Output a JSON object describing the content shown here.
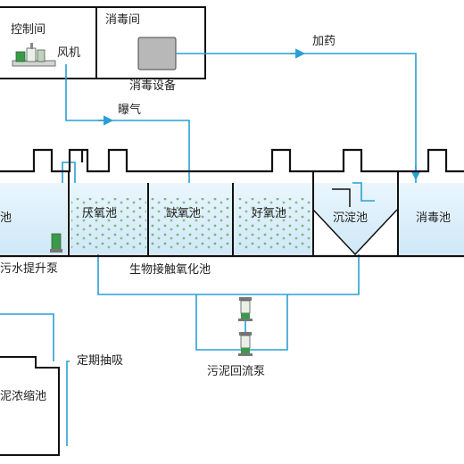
{
  "rooms": {
    "control_room": "控制间",
    "fan": "风机",
    "disinfection_room": "消毒间",
    "disinfection_equipment": "消毒设备"
  },
  "flows": {
    "dosing": "加药",
    "aeration": "曝气",
    "periodic_suction": "定期抽吸"
  },
  "tanks": {
    "left_tank": "池",
    "anaerobic": "厌氧池",
    "anoxic": "缺氧池",
    "aerobic": "好氧池",
    "sedimentation": "沉淀池",
    "disinfection": "消毒池",
    "sludge_thickener": "泥浓缩池"
  },
  "equipment": {
    "lift_pump": "污水提升泵",
    "biocontact": "生物接触氧化池",
    "sludge_return_pump": "污泥回流泵"
  },
  "colors": {
    "line": "#111111",
    "pipe": "#2a9fd6",
    "water_top": "#e4f3fc",
    "water_bottom": "#cfe9f8",
    "pump_body": "#e8f0e8",
    "pump_accent": "#3a9a4a"
  }
}
